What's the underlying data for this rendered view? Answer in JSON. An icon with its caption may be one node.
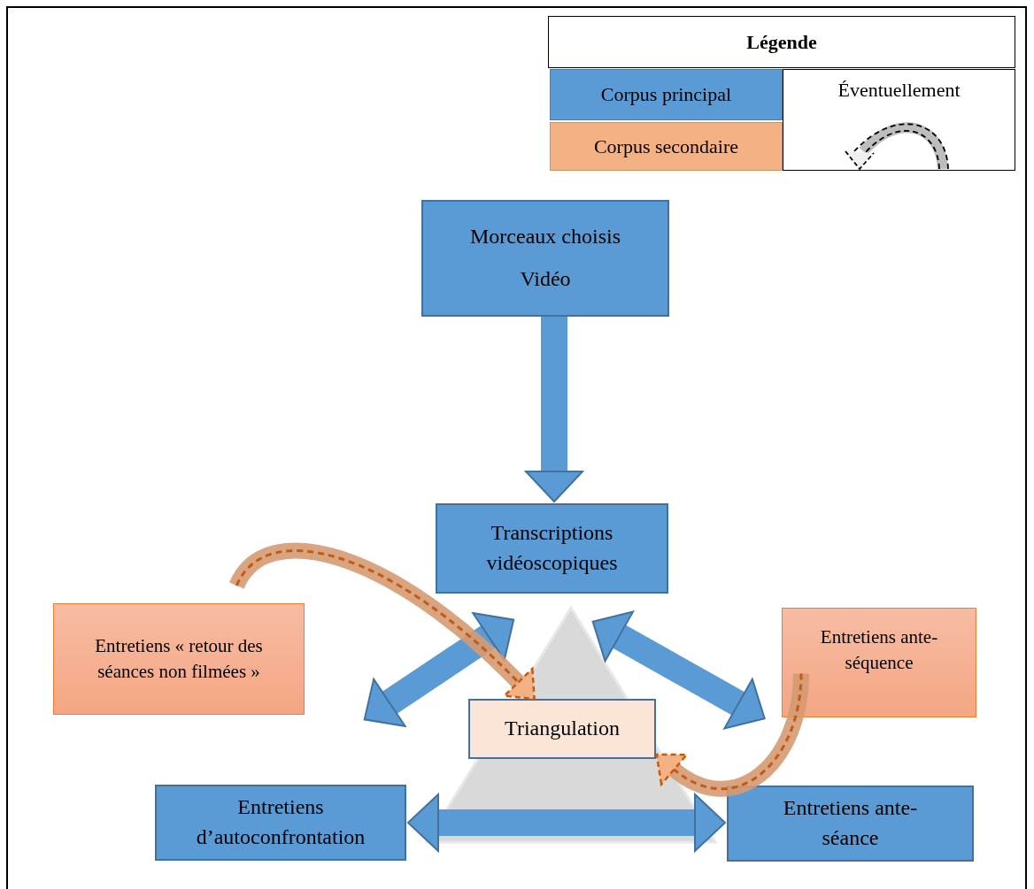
{
  "diagram": {
    "nodes": [
      {
        "text": [
          "Morceaux choisis",
          "Vidéo"
        ]
      },
      {
        "text": [
          "Transcriptions vidéoscopiques"
        ]
      },
      {
        "text": [
          "Entretiens « retour des séances non filmées »"
        ]
      },
      {
        "text": [
          "Entretiens ante-séquence"
        ]
      },
      {
        "text": [
          "Triangulation"
        ]
      },
      {
        "text": [
          "Entretiens d’autoconfrontation"
        ]
      },
      {
        "text": [
          "Entretiens ante-séance"
        ]
      }
    ],
    "edges": [
      {
        "from": 0,
        "to": 1,
        "arrow": "to"
      },
      {
        "from": 1,
        "to": 5,
        "arrow": "both"
      },
      {
        "from": 1,
        "to": 6,
        "arrow": "both"
      },
      {
        "from": 5,
        "to": 6,
        "arrow": "both"
      },
      {
        "from": 2,
        "to": 4,
        "arrow": "to",
        "style": "dashed",
        "color": "#c55a11"
      },
      {
        "from": 3,
        "to": 4,
        "arrow": "to",
        "style": "dashed",
        "color": "#c55a11"
      }
    ],
    "labels": [
      "Légende"
    ],
    "legend": [
      {
        "text": "Corpus principal",
        "color": "#5b9bd5"
      },
      {
        "text": "Corpus secondaire",
        "color": "#f4b183"
      },
      {
        "text": "Éventuellement"
      }
    ]
  }
}
